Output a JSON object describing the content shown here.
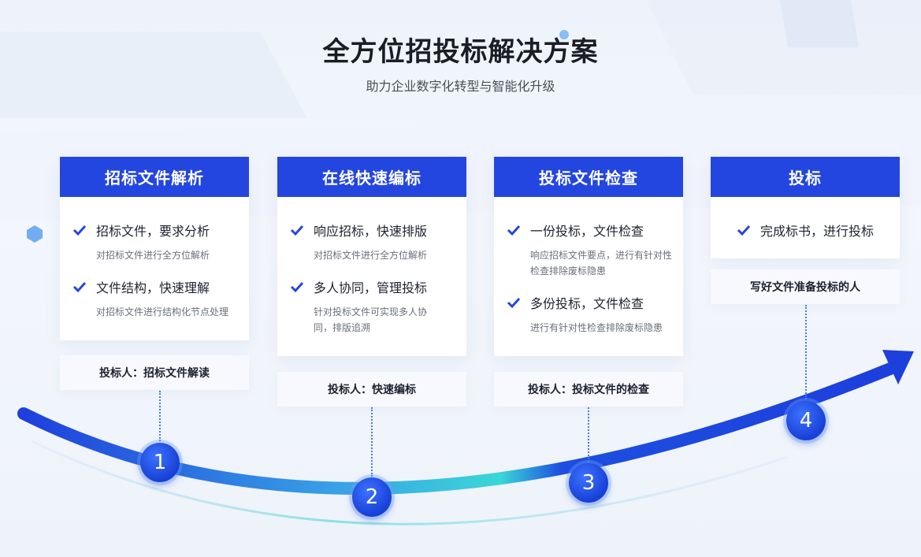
{
  "header": {
    "title": "全方位招投标解决方案",
    "subtitle": "助力企业数字化转型与智能化升级"
  },
  "colors": {
    "accent": "#2446e0",
    "curve_start": "#1d3fdc",
    "curve_mid": "#3ad7d6"
  },
  "steps": [
    {
      "number": "1",
      "heading": "招标文件解析",
      "items": [
        {
          "title": "招标文件，要求分析",
          "desc": "对招标文件进行全方位解析"
        },
        {
          "title": "文件结构，快速理解",
          "desc": "对招标文件进行结构化节点处理"
        }
      ],
      "role": "投标人：招标文件解读"
    },
    {
      "number": "2",
      "heading": "在线快速编标",
      "items": [
        {
          "title": "响应招标，快速排版",
          "desc": "对招标文件进行全方位解析"
        },
        {
          "title": "多人协同，管理投标",
          "desc": "针对投标文件可实现多人协同，排版追溯"
        }
      ],
      "role": "投标人：快速编标"
    },
    {
      "number": "3",
      "heading": "投标文件检查",
      "items": [
        {
          "title": "一份投标，文件检查",
          "desc": "响应招标文件要点，进行有针对性检查排除废标隐患"
        },
        {
          "title": "多份投标，文件检查",
          "desc": "进行有针对性检查排除废标隐患"
        }
      ],
      "role": "投标人：投标文件的检查"
    },
    {
      "number": "4",
      "heading": "投标",
      "items": [
        {
          "title": "完成标书，进行投标",
          "desc": ""
        }
      ],
      "role": "写好文件准备投标的人"
    }
  ]
}
